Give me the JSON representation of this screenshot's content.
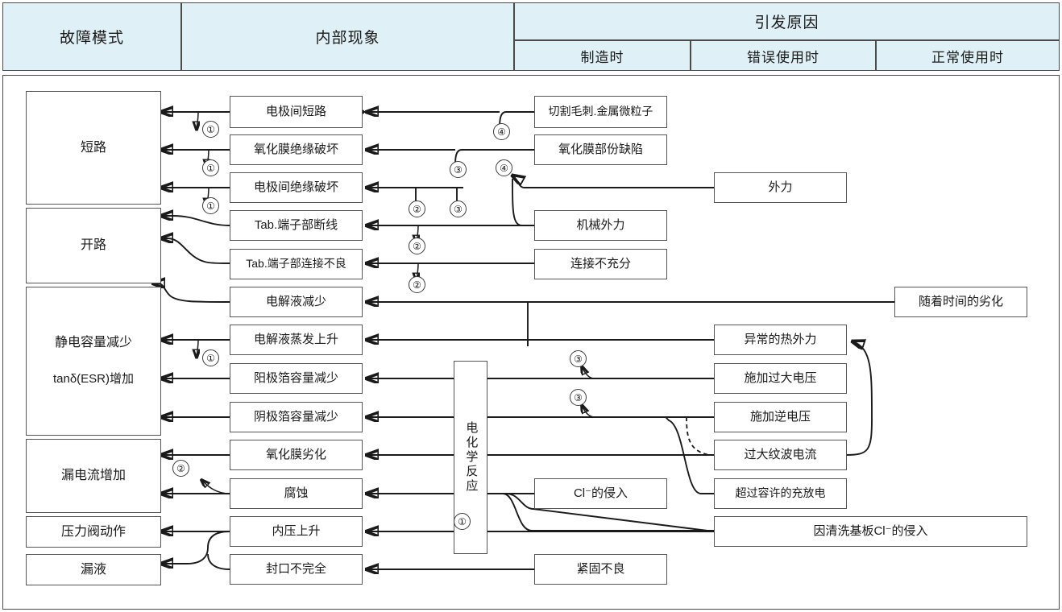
{
  "header": {
    "col_failure_mode": "故障模式",
    "col_internal": "内部现象",
    "col_cause": "引发原因",
    "sub_manufacturing": "制造时",
    "sub_misuse": "错误使用时",
    "sub_normal": "正常使用时"
  },
  "failure_modes": [
    {
      "id": "short-circuit",
      "label": "短路"
    },
    {
      "id": "open-circuit",
      "label": "开路"
    },
    {
      "id": "capacitance-drop",
      "label_1": "静电容量减少",
      "label_2": "tanδ(ESR)增加"
    },
    {
      "id": "leakage-current",
      "label": "漏电流增加"
    },
    {
      "id": "pressure-valve",
      "label": "压力阀动作"
    },
    {
      "id": "liquid-leak",
      "label": "漏液"
    }
  ],
  "internal_phenomena": [
    {
      "id": "inter-electrode-short",
      "label": "电极间短路"
    },
    {
      "id": "oxide-film-insulation-breakdown",
      "label": "氧化膜绝缘破坏"
    },
    {
      "id": "inter-electrode-insulation-breakdown",
      "label": "电极间绝缘破坏"
    },
    {
      "id": "tab-terminal-disconnection",
      "label": "Tab.端子部断线"
    },
    {
      "id": "tab-terminal-poor-connection",
      "label": "Tab.端子部连接不良"
    },
    {
      "id": "electrolyte-decrease",
      "label": "电解液减少"
    },
    {
      "id": "electrolyte-evaporation-rise",
      "label": "电解液蒸发上升"
    },
    {
      "id": "anode-foil-capacity-drop",
      "label": "阳极箔容量减少"
    },
    {
      "id": "cathode-foil-capacity-drop",
      "label": "阴极箔容量减少"
    },
    {
      "id": "oxide-film-degradation",
      "label": "氧化膜劣化"
    },
    {
      "id": "corrosion",
      "label": "腐蚀"
    },
    {
      "id": "internal-pressure-rise",
      "label": "内压上升"
    },
    {
      "id": "incomplete-sealing",
      "label": "封口不完全"
    }
  ],
  "electrochemical_reaction": "电化学反应",
  "causes_manufacturing": [
    {
      "id": "cut-burr-metal-particles",
      "label": "切割毛刺.金属微粒子"
    },
    {
      "id": "oxide-film-partial-defect",
      "label": "氧化膜部份缺陷"
    },
    {
      "id": "mechanical-external-force",
      "label": "机械外力"
    },
    {
      "id": "insufficient-connection",
      "label": "连接不充分"
    }
  ],
  "causes_misuse": [
    {
      "id": "cl-ion-intrusion",
      "label": "Cl⁻的侵入"
    }
  ],
  "causes_normal": [
    {
      "id": "external-force",
      "label": "外力"
    },
    {
      "id": "time-degradation",
      "label": "随着时间的劣化"
    },
    {
      "id": "abnormal-thermal-force",
      "label": "异常的热外力"
    },
    {
      "id": "excessive-voltage-applied",
      "label": "施加过大电压"
    },
    {
      "id": "reverse-voltage-applied",
      "label": "施加逆电压"
    },
    {
      "id": "excessive-ripple-current",
      "label": "过大纹波电流"
    },
    {
      "id": "overcharge-discharge",
      "label": "超过容许的充放电"
    },
    {
      "id": "cl-intrusion-from-board-cleaning",
      "label": "因清洗基板Cl⁻的侵入"
    }
  ],
  "markers": [
    {
      "id": "m1",
      "label": "①"
    },
    {
      "id": "m2",
      "label": "①"
    },
    {
      "id": "m3",
      "label": "①"
    },
    {
      "id": "m4",
      "label": "①"
    },
    {
      "id": "m5",
      "label": "①"
    },
    {
      "id": "m6",
      "label": "②"
    },
    {
      "id": "m7",
      "label": "②"
    },
    {
      "id": "m8",
      "label": "②"
    },
    {
      "id": "m9",
      "label": "②"
    },
    {
      "id": "m10",
      "label": "②"
    },
    {
      "id": "m11",
      "label": "③"
    },
    {
      "id": "m12",
      "label": "③"
    },
    {
      "id": "m13",
      "label": "③"
    },
    {
      "id": "m14",
      "label": "③"
    },
    {
      "id": "m15",
      "label": "④"
    },
    {
      "id": "m16",
      "label": "④"
    }
  ],
  "colors": {
    "header_fill": "#dff0f7",
    "border": "#4a4a4a",
    "box_border": "#555555",
    "line": "#1a1a1a",
    "text": "#1a1a1a"
  }
}
